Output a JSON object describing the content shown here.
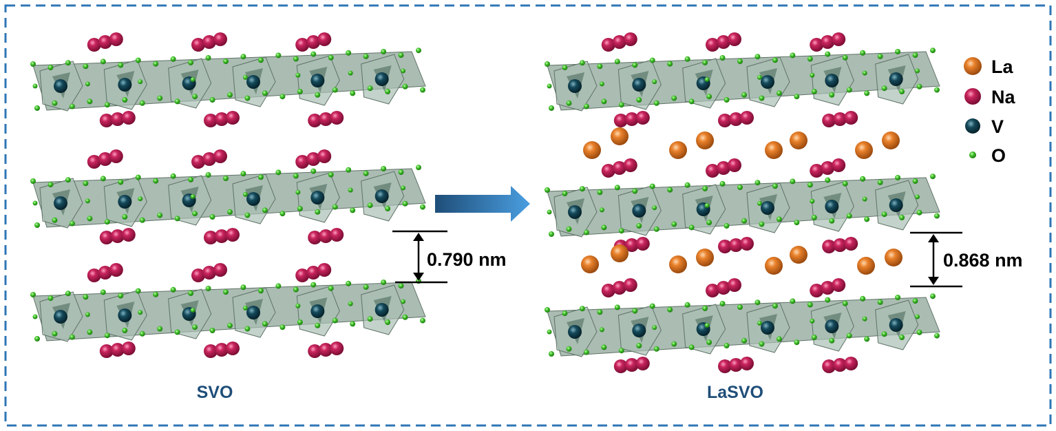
{
  "panels": [
    {
      "label": "SVO",
      "spacing_label": "0.790 nm"
    },
    {
      "label": "LaSVO",
      "spacing_label": "0.868 nm"
    }
  ],
  "legend": [
    {
      "symbol": "La",
      "color": "#d2691e"
    },
    {
      "symbol": "Na",
      "color": "#c2185b"
    },
    {
      "symbol": "V",
      "color": "#0f4050"
    },
    {
      "symbol": "O",
      "color": "#3fbf2a"
    }
  ],
  "colors": {
    "border": "#2e75b6",
    "panel_label": "#1f4e79",
    "arrow": "#2e75b6",
    "polyhedra": "#8fa69a",
    "polyhedra_edge": "#5e7266"
  }
}
